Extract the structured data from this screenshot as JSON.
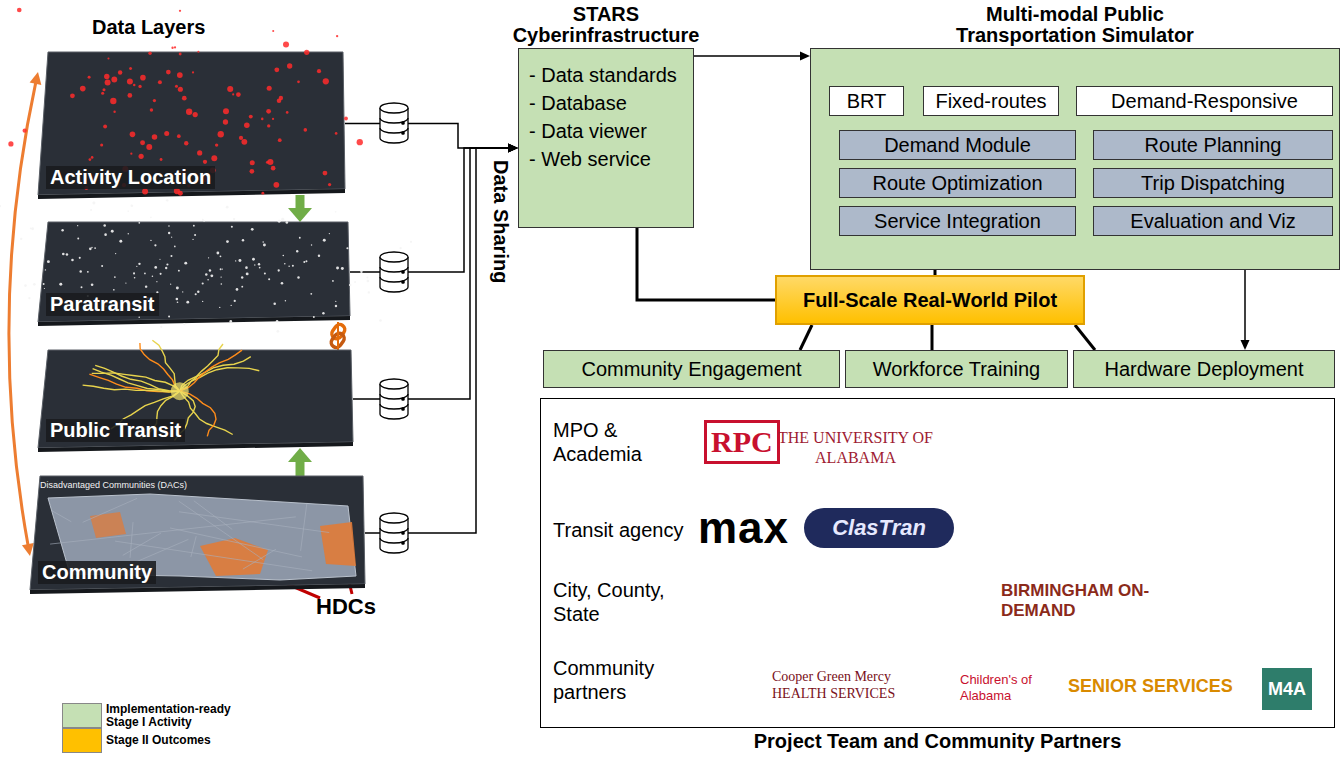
{
  "diagram": {
    "nodes": [
      {
        "text": [
          "Activity Location"
        ]
      },
      {
        "text": [
          "Paratransit"
        ]
      },
      {
        "text": [
          "Public Transit"
        ]
      },
      {
        "text": [
          "Community"
        ]
      },
      {
        "text": [
          "STARS Cyberinfrastructure",
          "- Data standards",
          "- Database",
          "- Data viewer",
          "- Web service"
        ]
      },
      {
        "text": [
          "Multi-modal Public Transportation Simulator"
        ]
      },
      {
        "text": [
          "BRT"
        ],
        "in": 5
      },
      {
        "text": [
          "Fixed-routes"
        ],
        "in": 5
      },
      {
        "text": [
          "Demand-Responsive"
        ],
        "in": 5
      },
      {
        "text": [
          "Demand Module"
        ],
        "in": 5
      },
      {
        "text": [
          "Route Planning"
        ],
        "in": 5
      },
      {
        "text": [
          "Route Optimization"
        ],
        "in": 5
      },
      {
        "text": [
          "Trip Dispatching"
        ],
        "in": 5
      },
      {
        "text": [
          "Service Integration"
        ],
        "in": 5
      },
      {
        "text": [
          "Evaluation and Viz"
        ],
        "in": 5
      },
      {
        "text": [
          "Full-Scale Real-World Pilot"
        ]
      },
      {
        "text": [
          "Community Engagement"
        ]
      },
      {
        "text": [
          "Workforce Training"
        ]
      },
      {
        "text": [
          "Hardware Deployment"
        ]
      },
      {
        "text": [
          "Project Team and Community Partners"
        ]
      }
    ],
    "edges": [
      {
        "from": 0,
        "to": 4,
        "arrow": "to"
      },
      {
        "from": 1,
        "to": 4,
        "arrow": "to"
      },
      {
        "from": 2,
        "to": 4,
        "arrow": "to"
      },
      {
        "from": 3,
        "to": 4,
        "arrow": "to"
      },
      {
        "from": 0,
        "to": 1,
        "arrow": "to"
      },
      {
        "from": 3,
        "to": 2,
        "arrow": "to"
      },
      {
        "from": 0,
        "to": 3,
        "arrow": "both"
      },
      {
        "from": 4,
        "to": 5,
        "arrow": "to"
      },
      {
        "from": 4,
        "to": 15,
        "arrow": "none"
      },
      {
        "from": 5,
        "to": 15,
        "arrow": "none"
      },
      {
        "from": 5,
        "to": 18,
        "arrow": "to"
      },
      {
        "from": 15,
        "to": 16,
        "arrow": "none"
      },
      {
        "from": 15,
        "to": 17,
        "arrow": "none"
      },
      {
        "from": 15,
        "to": 18,
        "arrow": "none"
      },
      {
        "from": 1,
        "to": 2,
        "arrow": "none"
      }
    ],
    "labels": [
      "Data Layers",
      "Disadvantaged Communities (DACs)",
      "HDCs",
      "Data Sharing",
      "MPO & Academia",
      "Transit agency",
      "City, County, State",
      "Community partners",
      "RPC",
      "THE UNIVERSITY OF ALABAMA",
      "max",
      "ClasTran",
      "BIRMINGHAM ON-DEMAND",
      "Cooper Green Mercy HEALTH SERVICES",
      "Children's of Alabama",
      "SENIOR SERVICES",
      "M4A"
    ],
    "legend": [
      {
        "text": "Implementation-ready Stage I Activity",
        "color": "#c5e0b4"
      },
      {
        "text": "Stage II Outcomes",
        "color": "#ffc000"
      }
    ]
  }
}
